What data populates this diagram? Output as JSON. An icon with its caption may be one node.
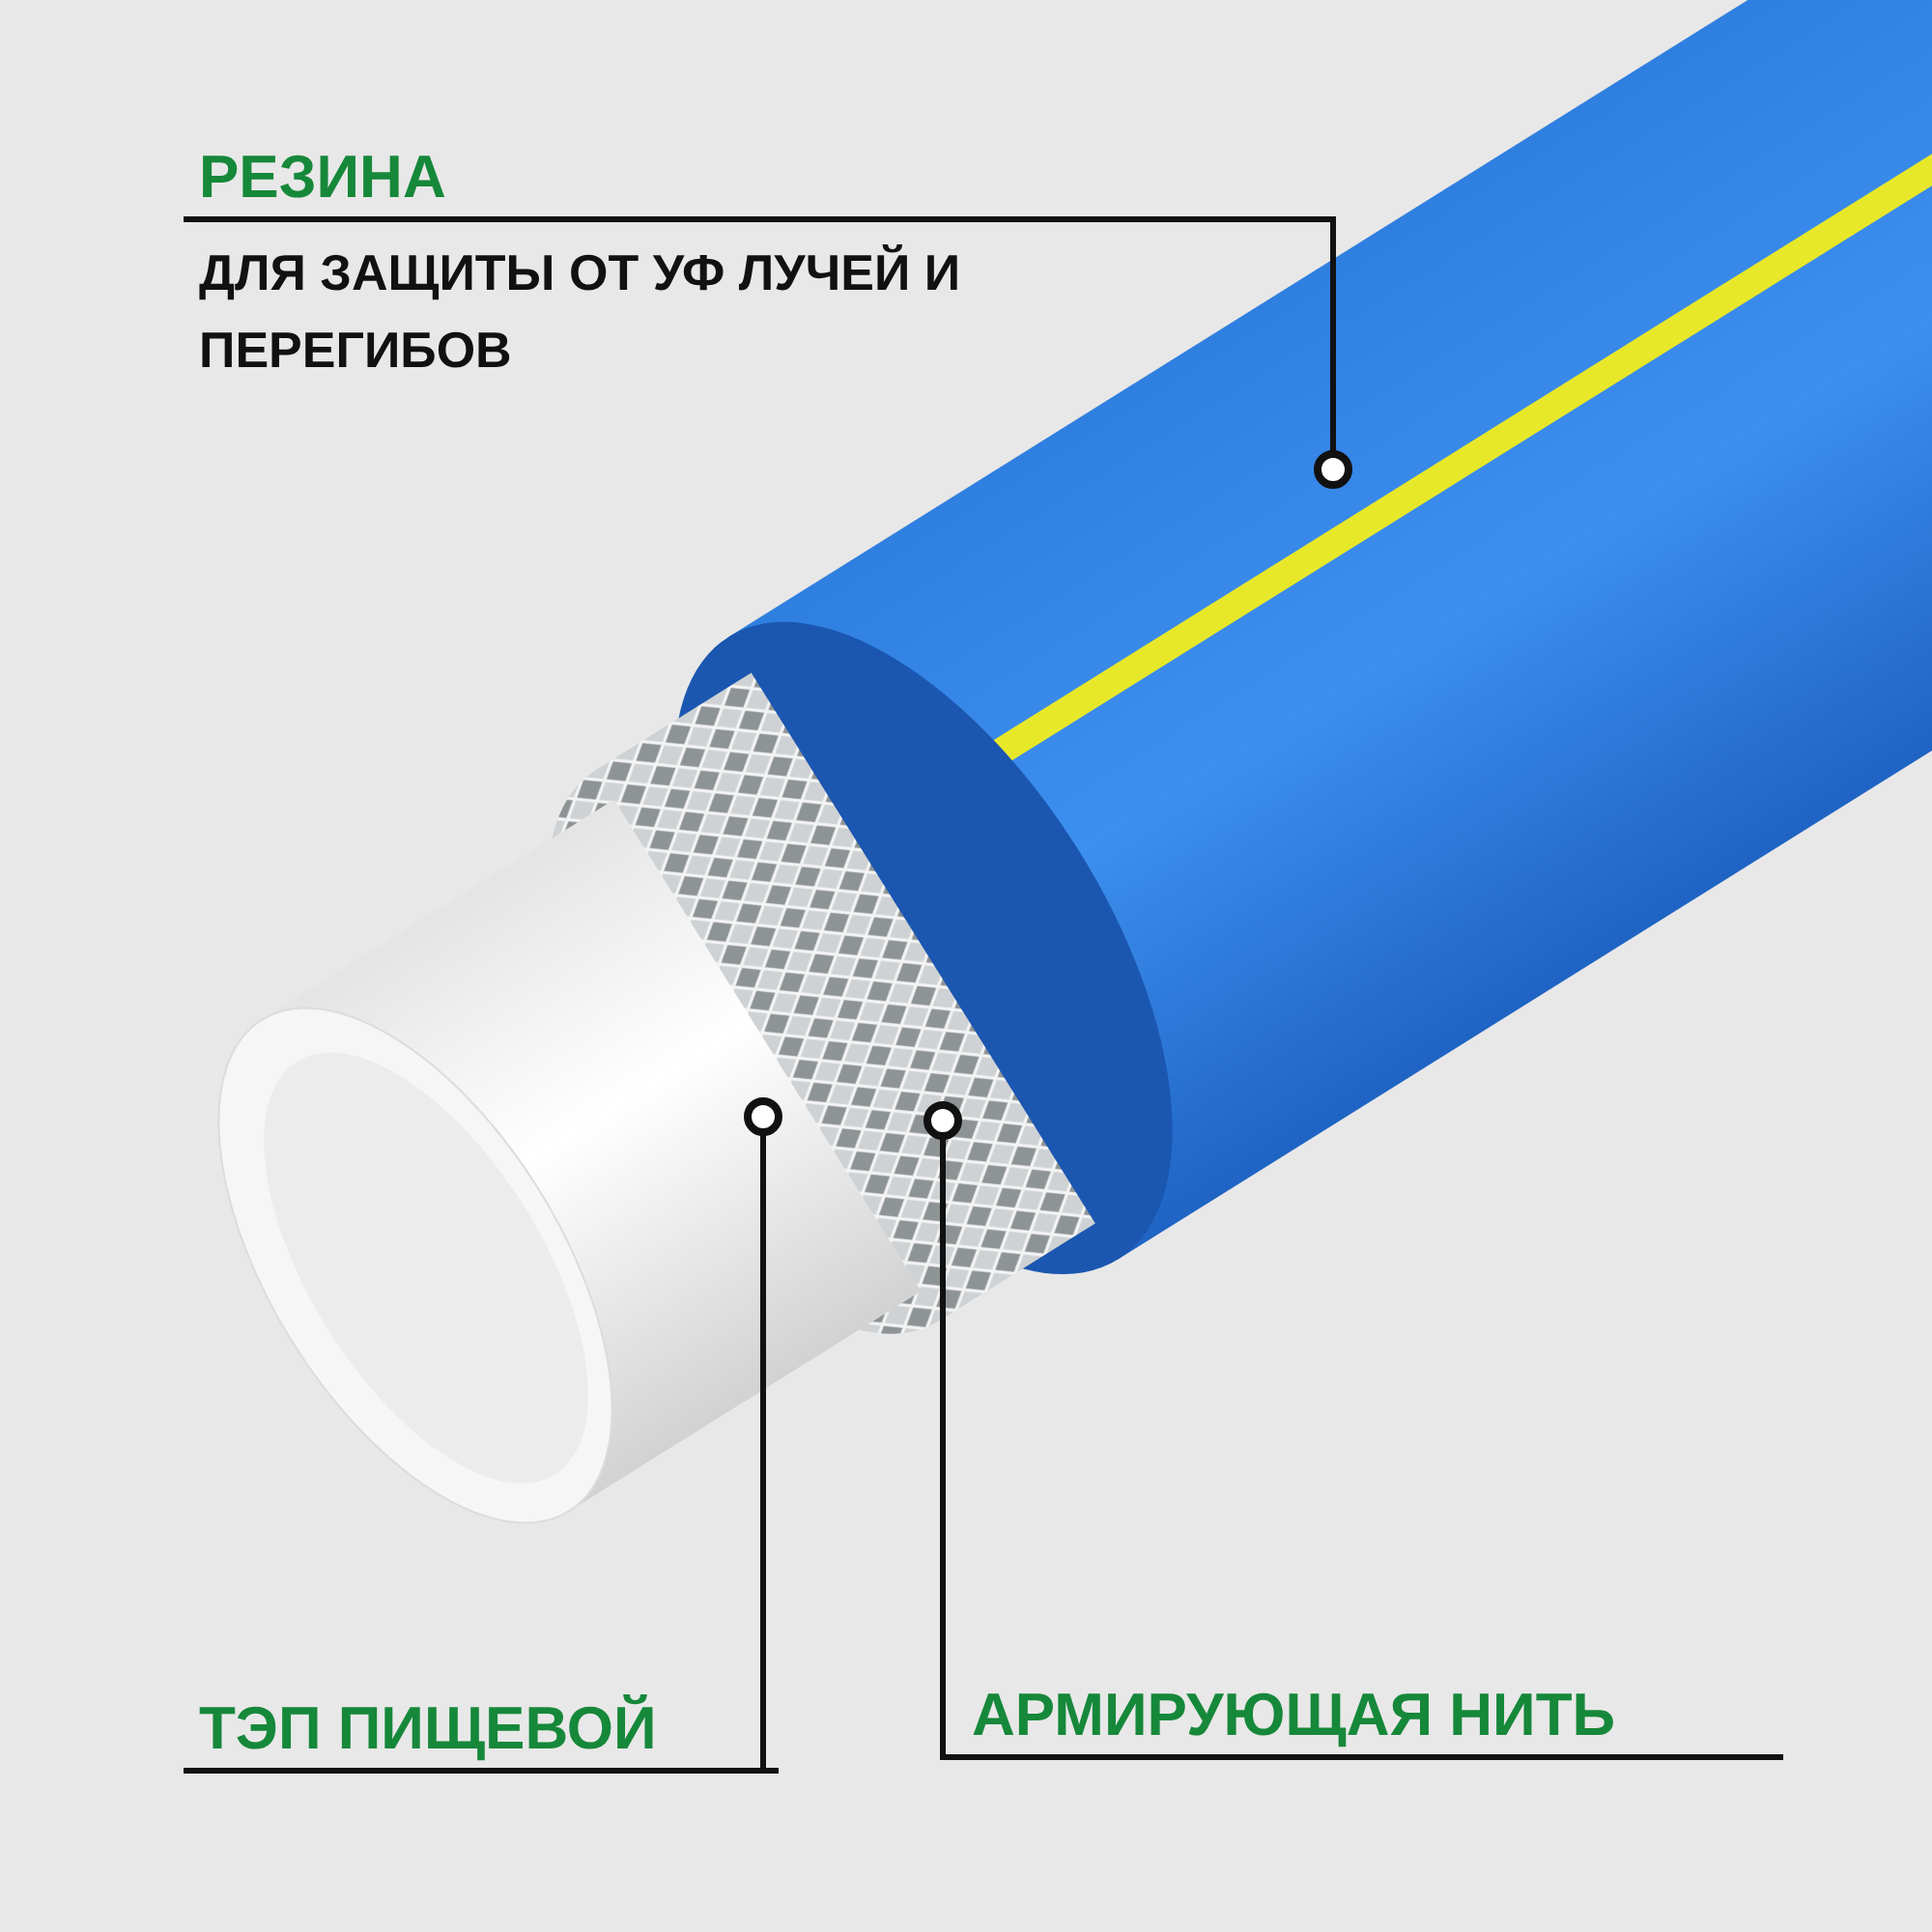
{
  "diagram": {
    "nodes": [
      {
        "text": [
          "РЕЗИНА",
          "ДЛЯ ЗАЩИТЫ ОТ УФ ЛУЧЕЙ И ПЕРЕГИБОВ"
        ]
      },
      {
        "text": [],
        "shape": "picture"
      },
      {
        "text": [
          "ТЭП ПИЩЕВОЙ"
        ]
      },
      {
        "text": [],
        "shape": "picture"
      },
      {
        "text": [
          "АРМИРУЮЩАЯ НИТЬ"
        ]
      },
      {
        "text": [],
        "shape": "picture"
      }
    ],
    "edges": [
      {
        "from": 0,
        "to": 1,
        "arrow": "other"
      },
      {
        "from": 2,
        "to": 3,
        "arrow": "other"
      },
      {
        "from": 4,
        "to": 5,
        "arrow": "other"
      }
    ]
  }
}
